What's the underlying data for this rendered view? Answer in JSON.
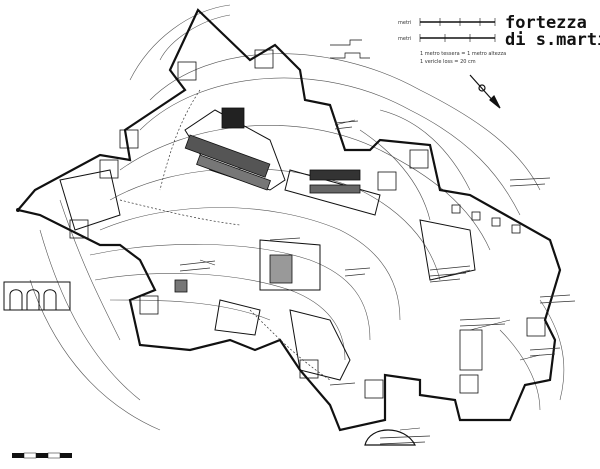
{
  "plan": {
    "title_line1": "fortezza",
    "title_line2": "di s.martino",
    "scale_label_top": "metri",
    "scale_label_bottom": "metri",
    "legend_line1": "1 metro tessera = 1 metro altezza",
    "legend_line2": "1 vericle loss = 20 cm"
  },
  "icons": {
    "north_arrow": "north-arrow-icon"
  },
  "colors": {
    "ink": "#111111",
    "contour": "#444444",
    "paper": "#ffffff"
  }
}
